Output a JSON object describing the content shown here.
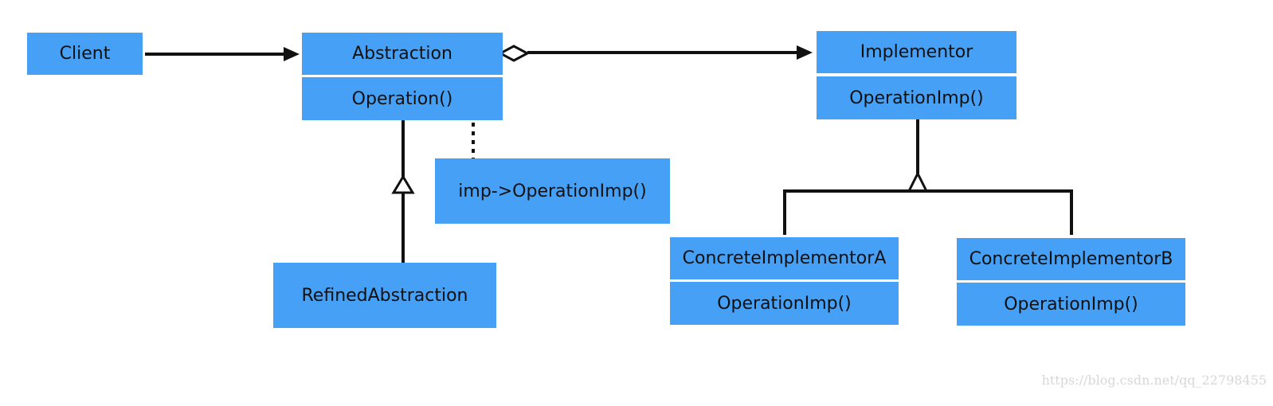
{
  "client": {
    "name": "Client"
  },
  "abstraction": {
    "name": "Abstraction",
    "operation": "Operation()"
  },
  "note": {
    "text": "imp->OperationImp()"
  },
  "refined_abstraction": {
    "name": "RefinedAbstraction"
  },
  "implementor": {
    "name": "Implementor",
    "operation": "OperationImp()"
  },
  "concrete_a": {
    "name": "ConcreteImplementorA",
    "operation": "OperationImp()"
  },
  "concrete_b": {
    "name": "ConcreteImplementorB",
    "operation": "OperationImp()"
  },
  "watermark": {
    "text": "https://blog.csdn.net/qq_22798455"
  },
  "colors": {
    "box_fill": "#46a0f5",
    "line": "#111111",
    "text": "#111111",
    "watermark": "#d7d7d7"
  }
}
